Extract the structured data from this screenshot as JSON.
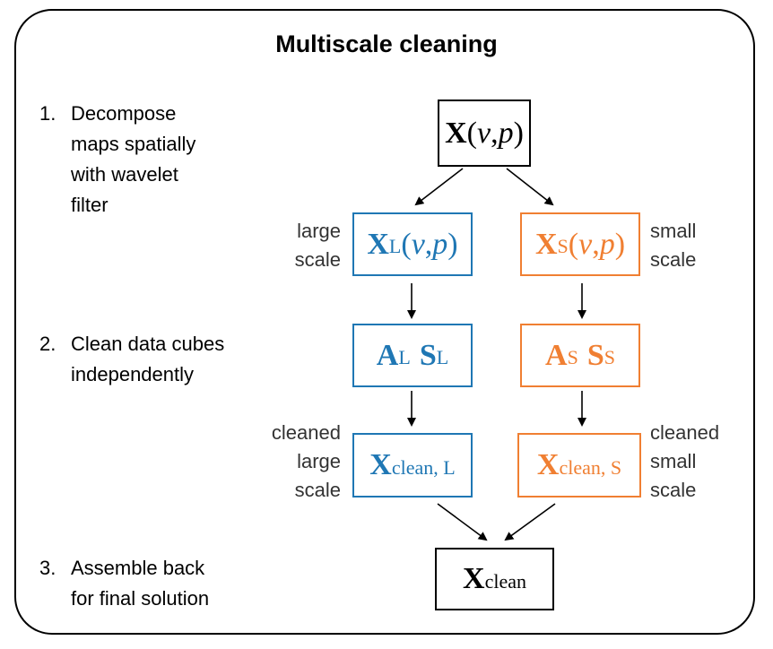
{
  "title": "Multiscale cleaning",
  "steps": [
    {
      "num": "1.",
      "lines": [
        "Decompose",
        "maps spatially",
        "with wavelet",
        "filter"
      ]
    },
    {
      "num": "2.",
      "lines": [
        "Clean data cubes",
        "independently"
      ]
    },
    {
      "num": "3.",
      "lines": [
        "Assemble back",
        "for final solution"
      ]
    }
  ],
  "boxes": {
    "input": {
      "symbol": "X",
      "open": "(",
      "nu": "ν",
      "comma": ",",
      "p": "p",
      "close": ")"
    },
    "large": {
      "symbol": "X",
      "sub": "L",
      "open": "(",
      "nu": "ν",
      "comma": ",",
      "p": "p",
      "close": ")"
    },
    "small": {
      "symbol": "X",
      "sub": "S",
      "open": "(",
      "nu": "ν",
      "comma": ",",
      "p": "p",
      "close": ")"
    },
    "as_large": {
      "a": "A",
      "a_sub": "L",
      "s": "S",
      "s_sub": "L"
    },
    "as_small": {
      "a": "A",
      "a_sub": "S",
      "s": "S",
      "s_sub": "S"
    },
    "clean_large": {
      "symbol": "X",
      "sub": "clean, L"
    },
    "clean_small": {
      "symbol": "X",
      "sub": "clean, S"
    },
    "clean": {
      "symbol": "X",
      "sub": "clean"
    }
  },
  "side_labels": {
    "large": [
      "large",
      "scale"
    ],
    "small": [
      "small",
      "scale"
    ],
    "cleaned_large": [
      "cleaned",
      "large",
      "scale"
    ],
    "cleaned_small": [
      "cleaned",
      "small",
      "scale"
    ]
  },
  "colors": {
    "large": "#1f77b4",
    "small": "#f07f32",
    "neutral": "#000000"
  }
}
